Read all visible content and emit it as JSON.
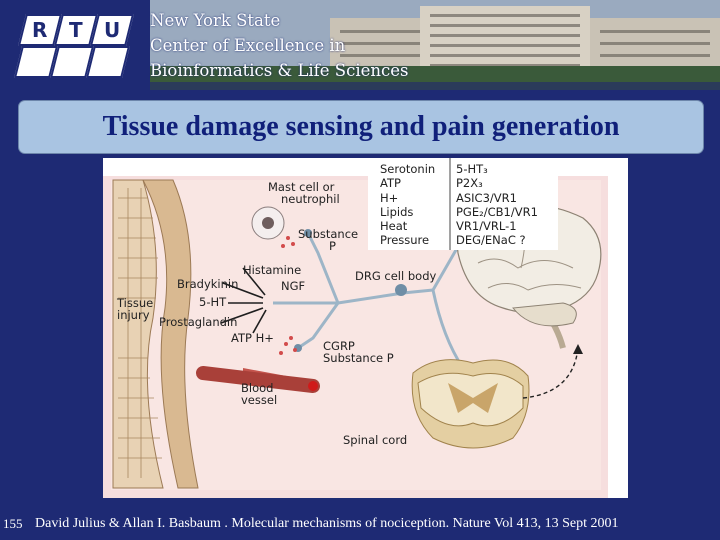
{
  "header": {
    "logo_letters": [
      "R",
      "T",
      "U"
    ],
    "center_name_lines": [
      "New York State",
      "Center of Excellence in",
      "Bioinformatics & Life Sciences"
    ]
  },
  "slide": {
    "title": "Tissue damage sensing and pain generation",
    "number": "155",
    "citation": "David Julius & Allan I. Basbaum . Molecular mechanisms of nociception. Nature Vol 413, 13 Sept 2001"
  },
  "figure": {
    "stimuli_table": [
      {
        "stimulus": "Serotonin",
        "receptor": "5-HT₃"
      },
      {
        "stimulus": "ATP",
        "receptor": "P2X₃"
      },
      {
        "stimulus": "H+",
        "receptor": "ASIC3/VR1"
      },
      {
        "stimulus": "Lipids",
        "receptor": "PGE₂/CB1/VR1"
      },
      {
        "stimulus": "Heat",
        "receptor": "VR1/VRL-1"
      },
      {
        "stimulus": "Pressure",
        "receptor": "DEG/ENaC ?"
      }
    ],
    "labels": {
      "mast_cell": "Mast cell or",
      "mast_cell_2": "neutrophil",
      "substance_p_top": "Substance",
      "substance_p_top_2": "P",
      "histamine": "Histamine",
      "bradykinin": "Bradykinin",
      "ngf": "NGF",
      "ht5": "5-HT",
      "tissue_injury": "Tissue",
      "tissue_injury_2": "injury",
      "prostaglandin": "Prostaglandin",
      "atp_h": "ATP  H+",
      "drg": "DRG cell body",
      "cgrp": "CGRP",
      "substance_p_bottom": "Substance P",
      "blood_vessel": "Blood",
      "blood_vessel_2": "vessel",
      "spinal_cord": "Spinal cord"
    }
  },
  "colors": {
    "background": "#1e2a74",
    "title_bar": "#a9c4e2",
    "title_text": "#10207a"
  }
}
